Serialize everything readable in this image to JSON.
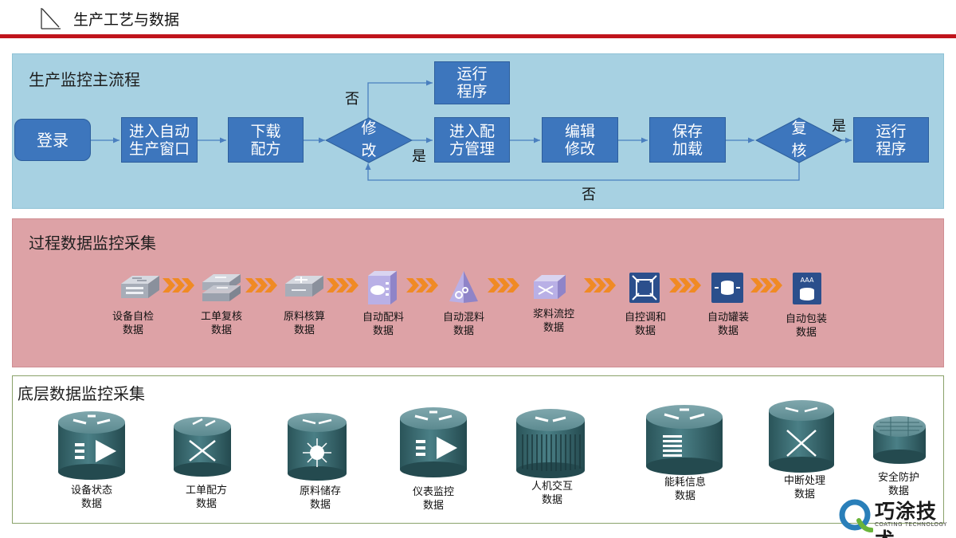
{
  "header": {
    "title": "生产工艺与数据"
  },
  "main_flow": {
    "title": "生产监控主流程",
    "nodes": {
      "login": "登录",
      "auto_window": "进入自动\n生产窗口",
      "download": "下载\n配方",
      "modify": "修\n改",
      "run_top": "运行\n程序",
      "recipe_mgmt": "进入配\n方管理",
      "edit": "编辑\n修改",
      "save": "保存\n加载",
      "review": "复\n核",
      "run_right": "运行\n程序"
    },
    "labels": {
      "no_top": "否",
      "yes_mid": "是",
      "yes_right": "是",
      "no_bottom": "否"
    }
  },
  "process": {
    "title": "过程数据监控采集",
    "items": [
      {
        "label": "设备自检\n数据",
        "icon": "switch-icon"
      },
      {
        "label": "工单复核\n数据",
        "icon": "layer3-switch-icon"
      },
      {
        "label": "原料核算\n数据",
        "icon": "router-icon"
      },
      {
        "label": "自动配料\n数据",
        "icon": "server-icon"
      },
      {
        "label": "自动混料\n数据",
        "icon": "gear-pyramid-icon"
      },
      {
        "label": "浆料流控\n数据",
        "icon": "atm-switch-icon"
      },
      {
        "label": "自控调和\n数据",
        "icon": "arrows-box-icon"
      },
      {
        "label": "自动罐装\n数据",
        "icon": "database-box-icon"
      },
      {
        "label": "自动包装\n数据",
        "icon": "aaa-server-icon"
      }
    ]
  },
  "bottom": {
    "title": "底层数据监控采集",
    "items": [
      {
        "label": "设备状态\n数据",
        "icon": "router-cylinder-icon"
      },
      {
        "label": "工单配方\n数据",
        "icon": "switch-cylinder-icon"
      },
      {
        "label": "原料储存\n数据",
        "icon": "hub-cylinder-icon"
      },
      {
        "label": "仪表监控\n数据",
        "icon": "router-cylinder-icon"
      },
      {
        "label": "人机交互\n数据",
        "icon": "grid-cylinder-icon"
      },
      {
        "label": "能耗信息\n数据",
        "icon": "storage-cylinder-icon"
      },
      {
        "label": "中断处理\n数据",
        "icon": "switch-cylinder-icon"
      },
      {
        "label": "安全防护\n数据",
        "icon": "firewall-cylinder-icon"
      }
    ]
  },
  "logo": {
    "name": "巧涂技术",
    "sub": "COATING TECHNOLOGY"
  },
  "colors": {
    "accent_red": "#c0141c",
    "flow_blue": "#3d76bd",
    "panel_blue": "#a7d1e2",
    "panel_pink": "#dda2a6",
    "chevron": "#f08a24",
    "icon_teal": "#3d6e74"
  }
}
